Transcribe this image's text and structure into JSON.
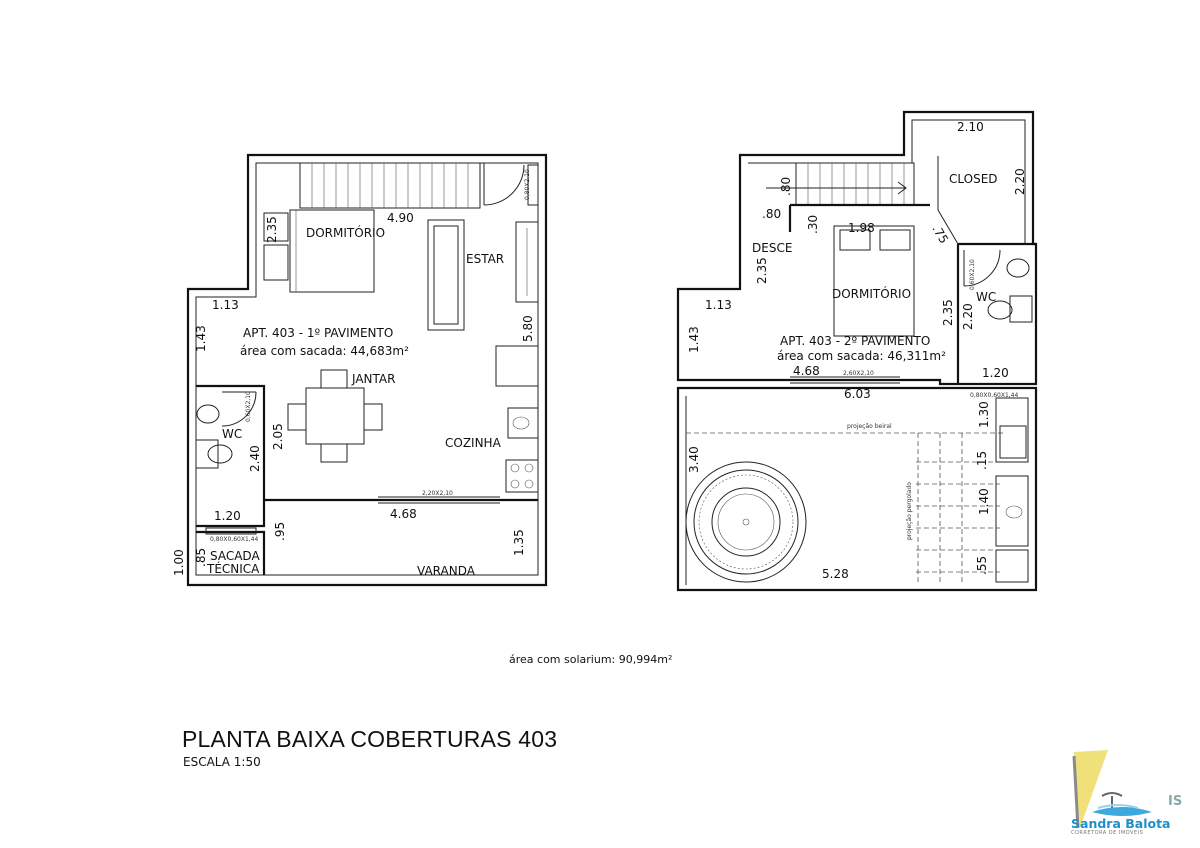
{
  "plan1": {
    "rooms": {
      "dormitorio": "DORMITÓRIO",
      "estar": "ESTAR",
      "jantar": "JANTAR",
      "cozinha": "COZINHA",
      "wc": "WC",
      "sacada_1": "SACADA",
      "sacada_2": "TÉCNICA",
      "varanda": "VARANDA"
    },
    "caption_title": "APT. 403 - 1º PAVIMENTO",
    "caption_area": "área com sacada: 44,683m²",
    "dims": {
      "d490": "4.90",
      "d235": "2.35",
      "d113": "1.13",
      "d143": "1.43",
      "d580": "5.80",
      "d205": "2.05",
      "d240": "2.40",
      "d120": "1.20",
      "d468": "4.68",
      "d95": ".95",
      "d135": "1.35",
      "d100": "1.00",
      "d85": ".85"
    },
    "openings": {
      "door_top": "0,80X2,10",
      "door_wc": "0,60X2,10",
      "window_sacada": "0,80X0,60X1,44",
      "slider": "2,20X2,10"
    }
  },
  "plan2": {
    "rooms": {
      "closed": "CLOSED",
      "desce": "DESCE",
      "dormitorio": "DORMITÓRIO",
      "wc": "WC"
    },
    "caption_title": "APT. 403 - 2º PAVIMENTO",
    "caption_area": "área com sacada: 46,311m²",
    "dims": {
      "d210": "2.10",
      "d220": "2.20",
      "d80a": ".80",
      "d80b": ".80",
      "d30": ".30",
      "d198": "1.98",
      "d75": ".75",
      "d235a": "2.35",
      "d235b": "2.35",
      "d220b": "2.20",
      "d113": "1.13",
      "d143": "1.43",
      "d468": "4.68",
      "d120": "1.20",
      "d603": "6.03",
      "d340": "3.40",
      "d130": "1.30",
      "d15": ".15",
      "d140": "1.40",
      "d528": "5.28",
      "d55": ".55"
    },
    "openings": {
      "door_wc": "0,60X2,10",
      "slider": "2,60X2,10",
      "window_wc": "0,80X0,60X1,44"
    },
    "notes": {
      "beiral": "projeção beiral",
      "pergolado": "projeção pergolado"
    }
  },
  "total_area": "área com solarium: 90,994m²",
  "title": "PLANTA BAIXA COBERTURAS 403",
  "scale": "ESCALA 1:50",
  "logo": {
    "name": "Sandra Balota",
    "sub": "CORRETORA DE IMÓVEIS",
    "side": "IS",
    "colors": {
      "sail": "#efe07a",
      "sea": "#3da9dc",
      "text": "#1f8fc9"
    }
  }
}
